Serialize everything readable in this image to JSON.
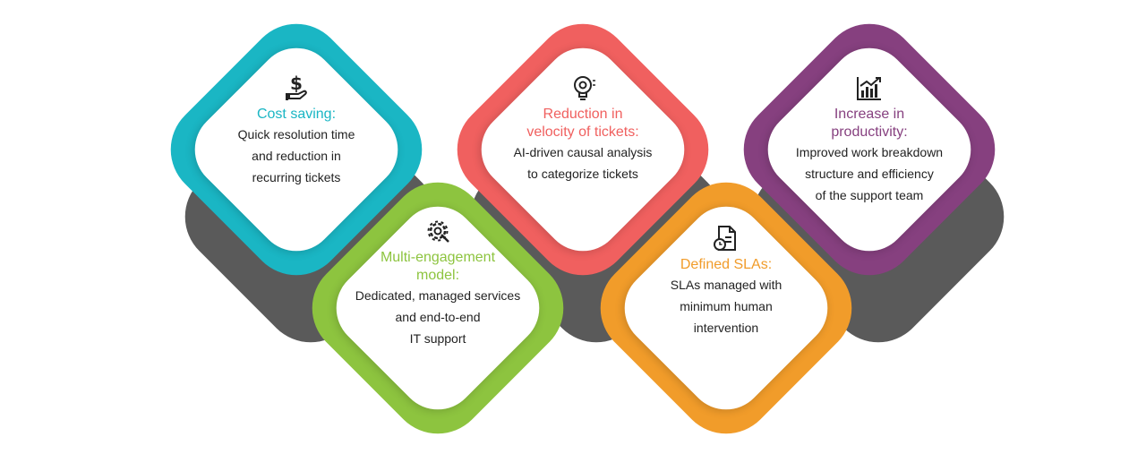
{
  "colors": {
    "cyan": "#1ab6c4",
    "coral": "#f0605f",
    "purple": "#86407f",
    "green": "#8dc43f",
    "orange": "#f19c2a",
    "connector": "#5a5a5a"
  },
  "cards": [
    {
      "icon": "dollar-hand-icon",
      "title": "Cost saving:",
      "title_lines": [
        "Cost saving:"
      ],
      "desc_lines": [
        "Quick resolution time",
        "and reduction in",
        "recurring tickets"
      ]
    },
    {
      "icon": "lightbulb-gear-icon",
      "title_lines": [
        "Reduction in",
        "velocity of tickets:"
      ],
      "desc_lines": [
        "AI-driven causal analysis",
        "to categorize tickets"
      ]
    },
    {
      "icon": "growth-chart-icon",
      "title_lines": [
        "Increase in",
        "productivity:"
      ],
      "desc_lines": [
        "Improved work breakdown",
        "structure and efficiency",
        "of the support team"
      ]
    },
    {
      "icon": "gear-tools-icon",
      "title_lines": [
        "Multi-engagement",
        "model:"
      ],
      "desc_lines": [
        "Dedicated, managed services",
        "and end-to-end",
        "IT support"
      ]
    },
    {
      "icon": "document-clock-icon",
      "title_lines": [
        "Defined SLAs:"
      ],
      "desc_lines": [
        "SLAs managed with",
        "minimum human",
        "intervention"
      ]
    }
  ]
}
